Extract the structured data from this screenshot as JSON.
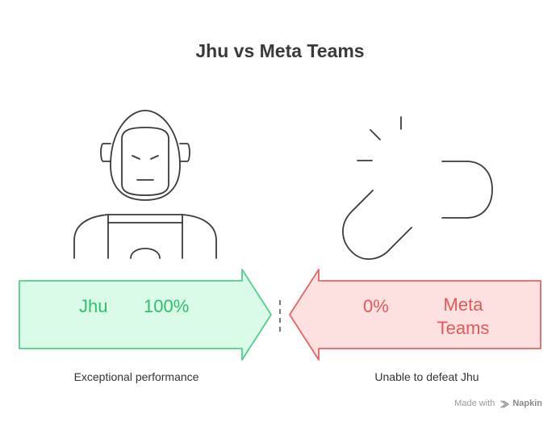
{
  "title": "Jhu vs Meta Teams",
  "left": {
    "name": "Jhu",
    "value": "100%",
    "caption": "Exceptional performance",
    "fill": "#d9fbe7",
    "stroke": "#4fd08a",
    "text_color": "#2fbf6a",
    "icon": "robot-icon"
  },
  "right": {
    "name_line1": "Meta",
    "name_line2": "Teams",
    "value": "0%",
    "caption": "Unable to defeat Jhu",
    "fill": "#fde0e0",
    "stroke": "#e46464",
    "text_color": "#e05a5a",
    "icon": "broken-link-icon"
  },
  "footer": {
    "made_with": "Made with",
    "brand": "Napkin"
  }
}
